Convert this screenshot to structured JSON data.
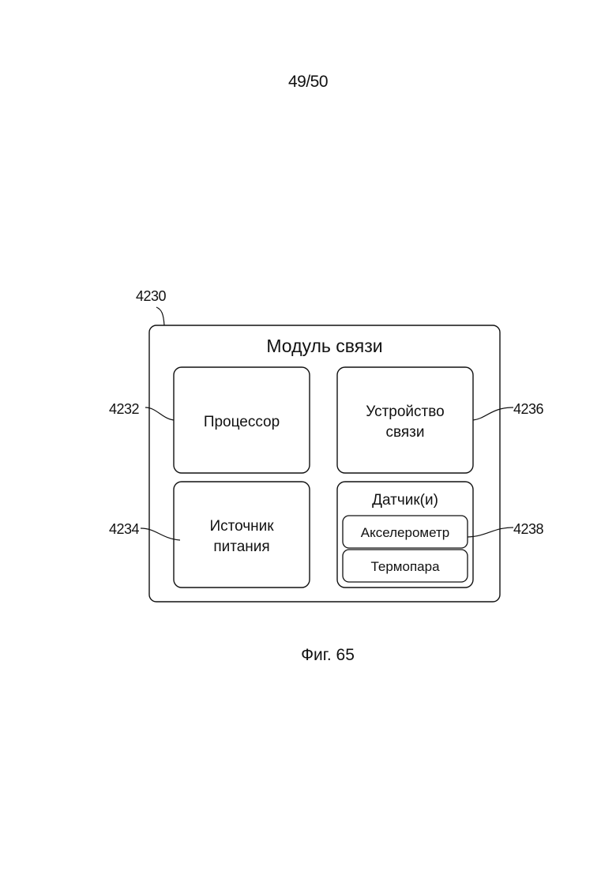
{
  "page": {
    "number": "49/50",
    "caption": "Фиг. 65"
  },
  "diagram": {
    "outer": {
      "ref": "4230",
      "title": "Модуль связи"
    },
    "processor": {
      "ref": "4232",
      "label": "Процессор"
    },
    "power_source": {
      "ref": "4234",
      "label_line1": "Источник",
      "label_line2": "питания"
    },
    "comm_device": {
      "ref": "4236",
      "label_line1": "Устройство",
      "label_line2": "связи"
    },
    "sensors": {
      "ref": "4238",
      "label": "Датчик(и)",
      "items": [
        "Акселерометр",
        "Термопара"
      ]
    }
  }
}
